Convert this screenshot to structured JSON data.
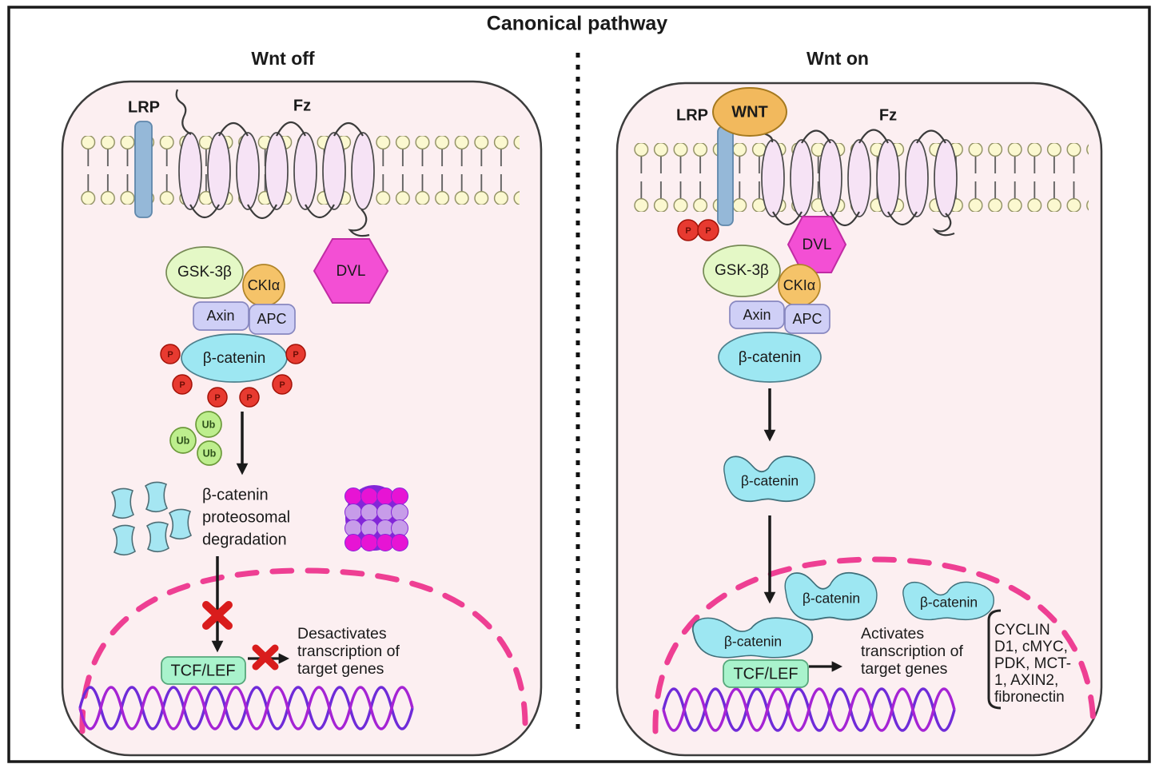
{
  "title": "Canonical pathway",
  "colors": {
    "cell_fill": "#fceff1",
    "membrane_head": "#fbf8d0",
    "fz_helix": "#f6e3f5",
    "lrp": "#95b8d8",
    "wnt": "#f2b95d",
    "gsk": "#e4f8c6",
    "cki": "#f5c369",
    "axin_apc": "#cfcff6",
    "beta_catenin": "#9de7f2",
    "phospho": "#e73a30",
    "dvl": "#f34fd4",
    "ubiquitin": "#bdee8d",
    "tcf_lef": "#a9f3cc",
    "nucleus_border": "#ee3f93",
    "dna_strand_1": "#6f2bd8",
    "dna_strand_2": "#a524d4",
    "proteasome_magenta": "#e714d4",
    "proteasome_lavender": "#c79ce9",
    "inhibition_x": "#d91c1c"
  },
  "panels": {
    "left": {
      "header": "Wnt off",
      "lrp_label": "LRP",
      "fz_label": "Fz",
      "complex": {
        "gsk": "GSK-3β",
        "cki": "CKIα",
        "axin": "Axin",
        "apc": "APC",
        "beta_catenin": "β-catenin",
        "dvl": "DVL"
      },
      "phospho_label": "P",
      "ubiquitin_label": "Ub",
      "degradation_lines": [
        "β-catenin",
        "proteosomal",
        "degradation"
      ],
      "tcf_label": "TCF/LEF",
      "result_lines": [
        "Desactivates",
        "transcription of",
        "target genes"
      ]
    },
    "right": {
      "header": "Wnt on",
      "lrp_label": "LRP",
      "wnt_label": "WNT",
      "fz_label": "Fz",
      "complex": {
        "gsk": "GSK-3β",
        "cki": "CKIα",
        "axin": "Axin",
        "apc": "APC",
        "beta_catenin": "β-catenin",
        "dvl": "DVL"
      },
      "phospho_label": "P",
      "beta_catenin_label": "β-catenin",
      "tcf_label": "TCF/LEF",
      "result_lines": [
        "Activates",
        "transcription of",
        "target genes"
      ],
      "target_genes_lines": [
        "CYCLIN",
        "D1, cMYC,",
        "PDK, MCT-",
        "1, AXIN2,",
        "fibronectin"
      ]
    }
  }
}
